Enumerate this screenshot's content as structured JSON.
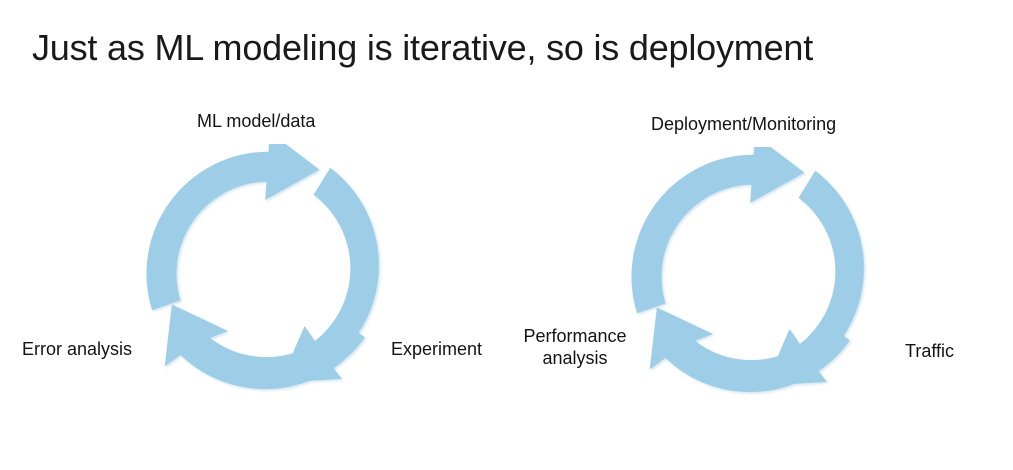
{
  "slide": {
    "title": "Just as ML modeling is iterative, so is deployment",
    "background_color": "#ffffff",
    "title_color": "#1a1a1a"
  },
  "theme": {
    "arrow_fill": "#9ECDE8",
    "arrow_fill_alt": "#A4D0E9",
    "label_color": "#131313"
  },
  "diagrams": [
    {
      "id": "modeling-cycle",
      "name": "ML modeling iterative cycle",
      "type": "cycle",
      "direction": "clockwise",
      "steps": [
        {
          "label": "ML model/data",
          "position": "top"
        },
        {
          "label": "Experiment",
          "position": "bottom-right"
        },
        {
          "label": "Error analysis",
          "position": "bottom-left"
        }
      ]
    },
    {
      "id": "deployment-cycle",
      "name": "Deployment iterative cycle",
      "type": "cycle",
      "direction": "clockwise",
      "steps": [
        {
          "label": "Deployment/Monitoring",
          "position": "top"
        },
        {
          "label": "Traffic",
          "position": "bottom-right"
        },
        {
          "label": "Performance analysis",
          "position": "bottom-left",
          "line1": "Performance",
          "line2": "analysis"
        }
      ]
    }
  ]
}
